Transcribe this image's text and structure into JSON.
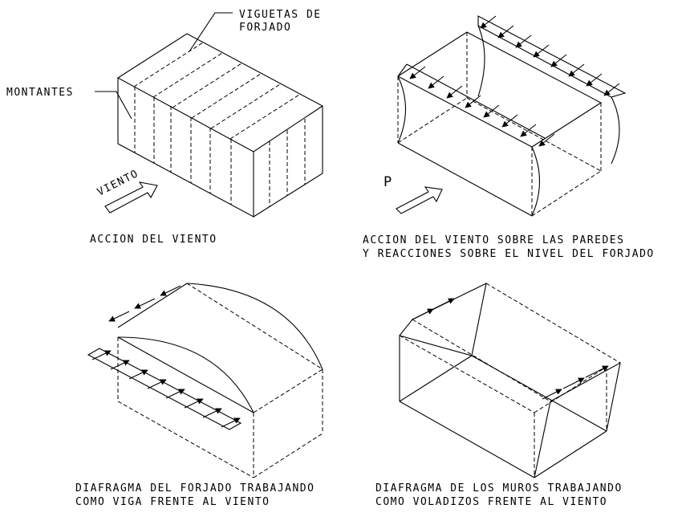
{
  "labels": {
    "viguetas_line1": "VIGUETAS DE",
    "viguetas_line2": "FORJADO",
    "montantes": "MONTANTES",
    "viento": "VIENTO",
    "p": "P"
  },
  "captions": {
    "fig1": "ACCION DEL VIENTO",
    "fig2_line1": "ACCION DEL VIENTO SOBRE LAS PAREDES",
    "fig2_line2": "Y REACCIONES SOBRE EL NIVEL DEL FORJADO",
    "fig3_line1": "DIAFRAGMA DEL FORJADO TRABAJANDO",
    "fig3_line2": "COMO VIGA FRENTE AL VIENTO",
    "fig4_line1": "DIAFRAGMA DE LOS MUROS TRABAJANDO",
    "fig4_line2": "COMO VOLADIZOS FRENTE AL VIENTO"
  }
}
